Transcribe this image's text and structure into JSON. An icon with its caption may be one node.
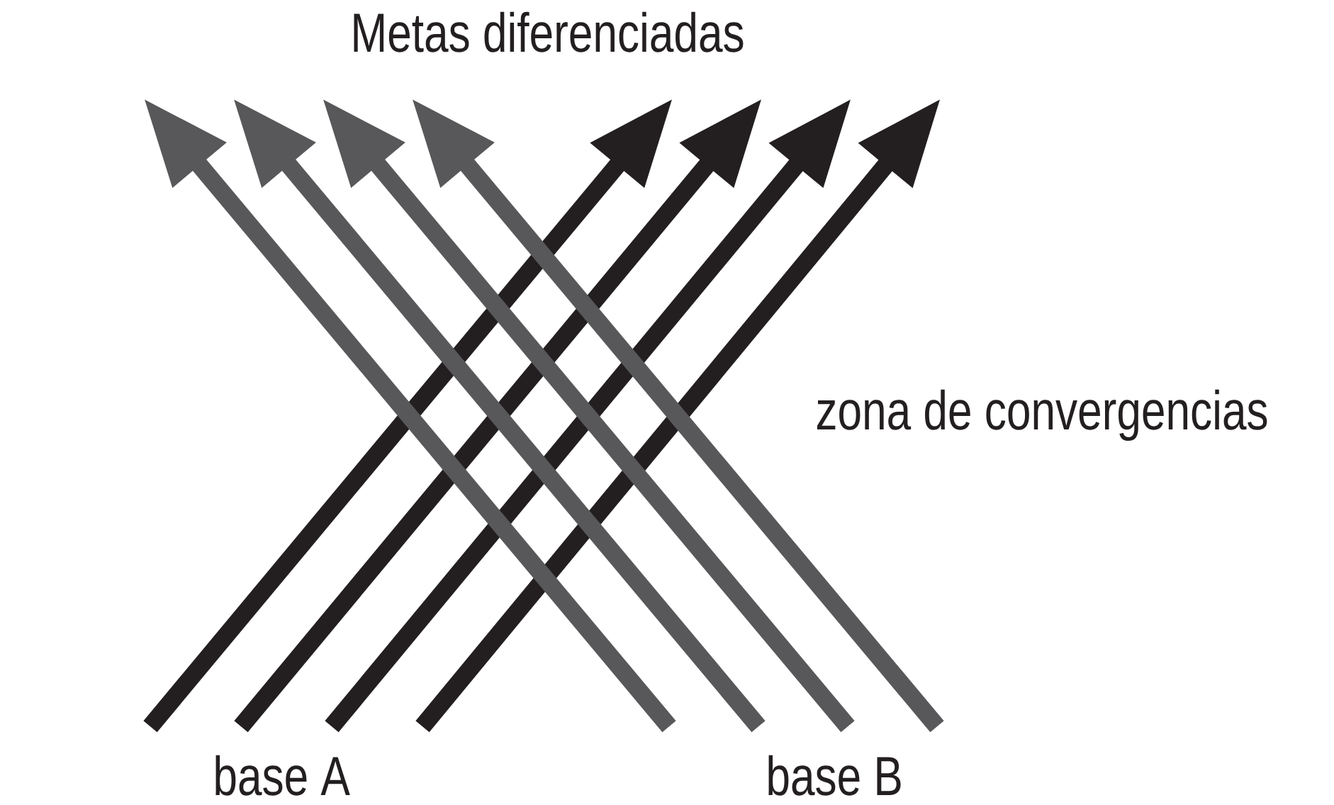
{
  "diagram": {
    "nodes": [
      {
        "text": [
          "base A"
        ]
      },
      {
        "text": [
          "base B"
        ]
      }
    ],
    "edges": [
      {
        "from": 0,
        "to": null,
        "arrow": "to",
        "color": "#231f20"
      },
      {
        "from": 0,
        "to": null,
        "arrow": "to",
        "color": "#231f20"
      },
      {
        "from": 0,
        "to": null,
        "arrow": "to",
        "color": "#231f20"
      },
      {
        "from": 0,
        "to": null,
        "arrow": "to",
        "color": "#231f20"
      },
      {
        "from": 1,
        "to": null,
        "arrow": "to",
        "color": "#58585a"
      },
      {
        "from": 1,
        "to": null,
        "arrow": "to",
        "color": "#58585a"
      },
      {
        "from": 1,
        "to": null,
        "arrow": "to",
        "color": "#58585a"
      },
      {
        "from": 1,
        "to": null,
        "arrow": "to",
        "color": "#58585a"
      }
    ],
    "labels": [
      "Metas diferenciadas",
      "zona de convergencias"
    ]
  }
}
